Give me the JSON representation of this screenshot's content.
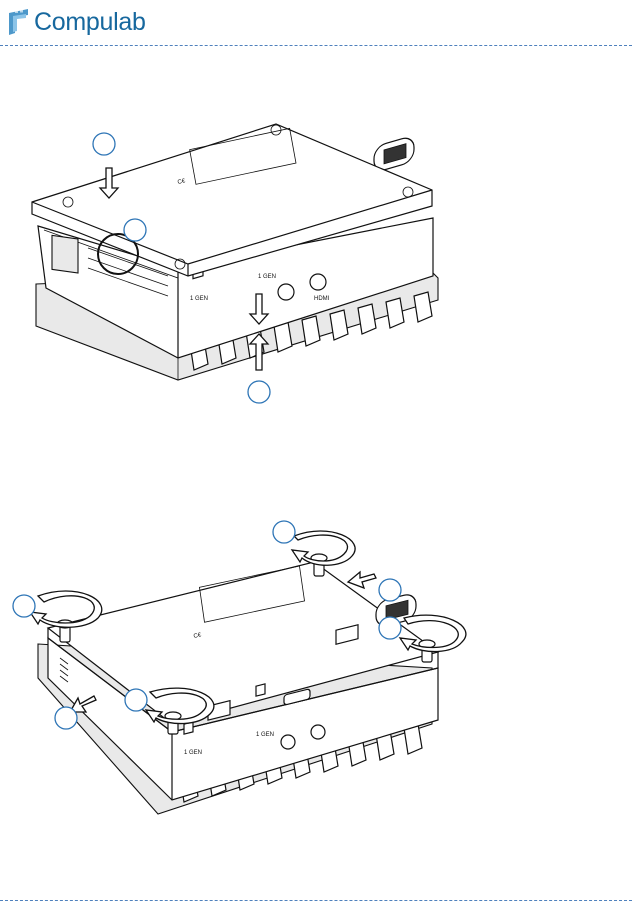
{
  "header": {
    "logo_text": "Compulab",
    "brand_color": "#17689e",
    "rule_color": "#4f81bd"
  },
  "figure1": {
    "callouts": 3,
    "panel_label_usb1": "1 GEN",
    "panel_label_usb2": "1 GEN",
    "panel_label_hdmi": "HDMI",
    "ce_mark": "C€"
  },
  "figure2": {
    "callouts": 6,
    "panel_label_usb1": "1 GEN",
    "panel_label_usb2": "1 GEN",
    "ce_mark": "C€"
  },
  "colors": {
    "callout_stroke": "#2e75b6",
    "line": "#111111"
  }
}
